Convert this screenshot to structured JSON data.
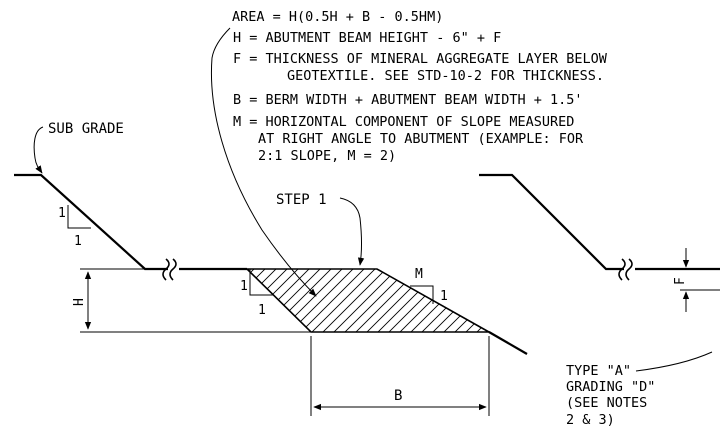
{
  "notes": {
    "area": "AREA = H(0.5H + B - 0.5HM)",
    "h_def": "H = ABUTMENT BEAM HEIGHT - 6\" + F",
    "f_def_1": "F = THICKNESS OF MINERAL AGGREGATE LAYER BELOW",
    "f_def_2": "GEOTEXTILE. SEE STD-10-2 FOR THICKNESS.",
    "b_def": "B = BERM WIDTH + ABUTMENT BEAM WIDTH + 1.5'",
    "m_def_1": "M = HORIZONTAL COMPONENT OF SLOPE MEASURED",
    "m_def_2": "AT RIGHT ANGLE TO ABUTMENT (EXAMPLE: FOR",
    "m_def_3": "2:1 SLOPE, M = 2)"
  },
  "labels": {
    "sub_grade": "SUB GRADE",
    "step_1": "STEP 1",
    "h": "H",
    "b": "B",
    "m": "M",
    "f": "F",
    "slope_rise_left": "1",
    "slope_run_left": "1",
    "slope_rise_mid": "1",
    "slope_run_mid": "1",
    "slope_right_1": "1"
  },
  "type_note": {
    "line1": "TYPE \"A\"",
    "line2": "GRADING \"D\"",
    "line3": "(SEE NOTES",
    "line4": "2 & 3)"
  }
}
